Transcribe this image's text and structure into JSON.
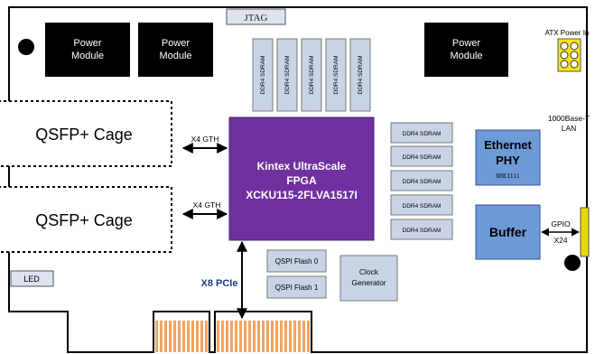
{
  "jtag": "JTAG",
  "atx": "ATX Power In",
  "power_module": [
    "Power",
    "Module"
  ],
  "ddr_vertical": [
    "DDR4 SDRAM",
    "DDR4 SDRAM",
    "DDR4 SDRAM",
    "DDR4 SDRAM",
    "DDR4 SDRAM"
  ],
  "ddr_horizontal": [
    "DDR4 SDRAM",
    "DDR4 SDRAM",
    "DDR4 SDRAM",
    "DDR4 SDRAM",
    "DDR4 SDRAM"
  ],
  "qsfp": [
    "QSFP+ Cage",
    "QSFP+ Cage"
  ],
  "gth": [
    "X4 GTH",
    "X4 GTH"
  ],
  "fpga": [
    "Kintex UltraScale",
    "FPGA",
    "XCKU115-2FLVA1517I"
  ],
  "lan": [
    "1000Base-T",
    "LAN"
  ],
  "ethernet": [
    "Ethernet",
    "PHY",
    "88E1111"
  ],
  "buffer": "Buffer",
  "gpio": [
    "GPIO",
    "X24"
  ],
  "led": "LED",
  "qspi": [
    "QSPI Flash 0",
    "QSPI Flash 1"
  ],
  "clock": [
    "Clock",
    "Generator"
  ],
  "pcie": "X8 PCIe",
  "colors": {
    "fpga": "#7030a0",
    "module": "#000000",
    "ddr": "#c8d4e6",
    "blue_block": "#6f9ad8",
    "gold": "#f4a460",
    "atx": "#ffe31a",
    "gpio_connector": "#e8d800",
    "pcie_text": "#1f3c88"
  }
}
